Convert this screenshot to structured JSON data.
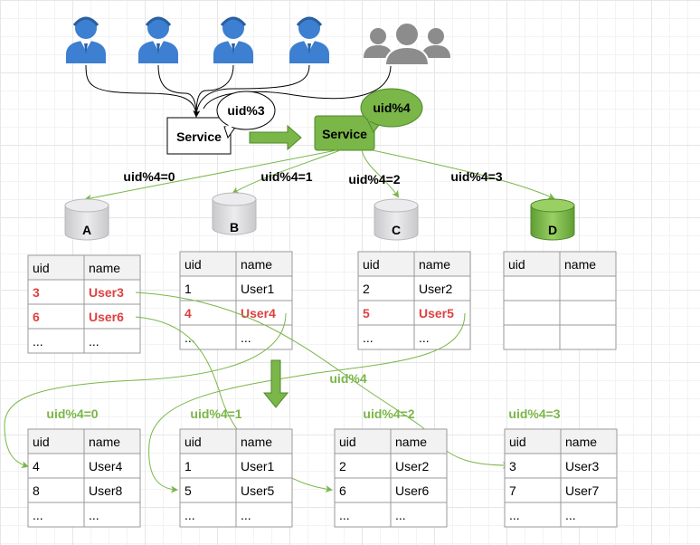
{
  "service_old": {
    "label": "Service",
    "bubble": "uid%3"
  },
  "service_new": {
    "label": "Service",
    "bubble": "uid%4"
  },
  "routes": [
    "uid%4=0",
    "uid%4=1",
    "uid%4=2",
    "uid%4=3"
  ],
  "dbs": [
    "A",
    "B",
    "C",
    "D"
  ],
  "migrate_label": "uid%4",
  "result_labels": [
    "uid%4=0",
    "uid%4=1",
    "uid%4=2",
    "uid%4=3"
  ],
  "headers": [
    "uid",
    "name"
  ],
  "tables_old": [
    {
      "rows": [
        [
          "3",
          "User3"
        ],
        [
          "6",
          "User6"
        ],
        [
          "...",
          "..."
        ]
      ],
      "red": [
        0,
        1
      ]
    },
    {
      "rows": [
        [
          "1",
          "User1"
        ],
        [
          "4",
          "User4"
        ],
        [
          "...",
          "..."
        ]
      ],
      "red": [
        1
      ]
    },
    {
      "rows": [
        [
          "2",
          "User2"
        ],
        [
          "5",
          "User5"
        ],
        [
          "...",
          "..."
        ]
      ],
      "red": [
        1
      ]
    },
    {
      "rows": [
        [
          "",
          ""
        ],
        [
          "",
          ""
        ],
        [
          "",
          ""
        ]
      ],
      "red": []
    }
  ],
  "tables_new": [
    {
      "rows": [
        [
          "4",
          "User4"
        ],
        [
          "8",
          "User8"
        ],
        [
          "...",
          "..."
        ]
      ]
    },
    {
      "rows": [
        [
          "1",
          "User1"
        ],
        [
          "5",
          "User5"
        ],
        [
          "...",
          "..."
        ]
      ]
    },
    {
      "rows": [
        [
          "2",
          "User2"
        ],
        [
          "6",
          "User6"
        ],
        [
          "...",
          "..."
        ]
      ]
    },
    {
      "rows": [
        [
          "3",
          "User3"
        ],
        [
          "7",
          "User7"
        ],
        [
          "...",
          "..."
        ]
      ]
    }
  ],
  "colors": {
    "accent": "#7ab648",
    "user_blue": "#3d7fd1",
    "red": "#e04040",
    "db_gray": "#d6d6d8",
    "group_gray": "#8c8c8c"
  },
  "icons": [
    "user-icon",
    "user-group-icon",
    "database-icon",
    "arrow-right-icon",
    "arrow-down-icon"
  ]
}
